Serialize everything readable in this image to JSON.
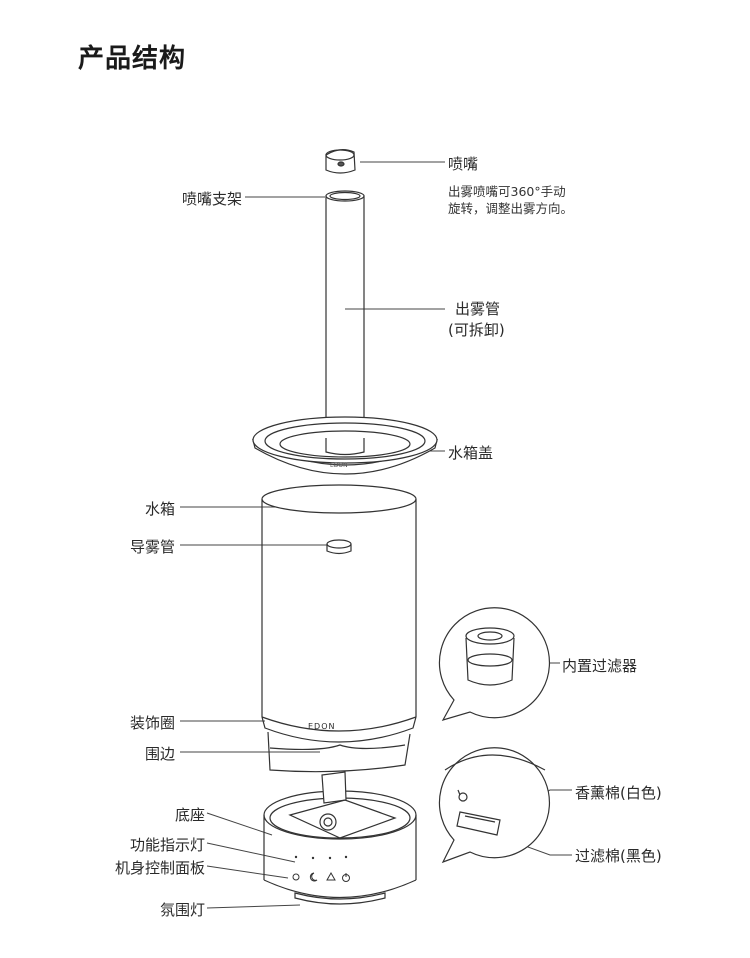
{
  "title": "产品结构",
  "brand_logo": "EDON",
  "parts": {
    "nozzle": {
      "label": "喷嘴",
      "description_line1": "出雾喷嘴可360°手动",
      "description_line2": "旋转，调整出雾方向。"
    },
    "nozzle_bracket": {
      "label": "喷嘴支架"
    },
    "mist_tube": {
      "label": "出雾管",
      "note": "(可拆卸)"
    },
    "tank_lid": {
      "label": "水箱盖"
    },
    "tank": {
      "label": "水箱"
    },
    "mist_guide": {
      "label": "导雾管"
    },
    "trim_ring": {
      "label": "装饰圈"
    },
    "surround": {
      "label": "围边"
    },
    "base": {
      "label": "底座"
    },
    "indicator": {
      "label": "功能指示灯"
    },
    "control_panel": {
      "label": "机身控制面板"
    },
    "ambient_light": {
      "label": "氛围灯"
    },
    "filter": {
      "label": "内置过滤器"
    },
    "aroma_pad": {
      "label": "香薰棉(白色)"
    },
    "filter_pad": {
      "label": "过滤棉(黑色)"
    }
  }
}
